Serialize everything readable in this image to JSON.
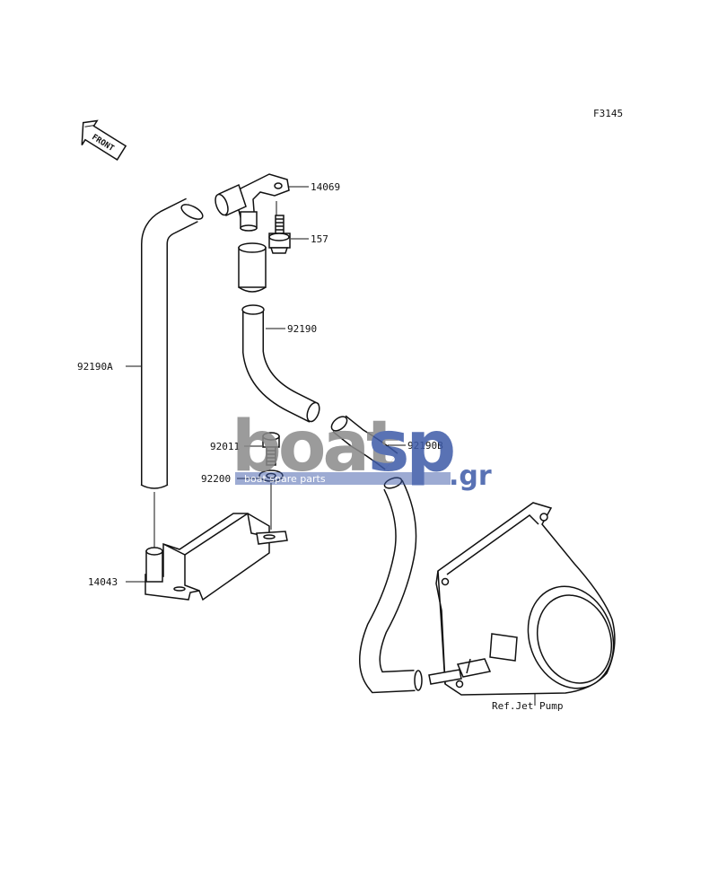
{
  "figure_id": "F3145",
  "front_label": "FRONT",
  "parts": {
    "p14069": "14069",
    "p157": "157",
    "p92190": "92190",
    "p92190A": "92190A",
    "p92011": "92011",
    "p92190B": "92190B",
    "p92200": "92200",
    "p14043": "14043"
  },
  "reference": "Ref.Jet Pump",
  "watermark": {
    "brand_part1": "boat",
    "brand_part2": "sp",
    "domain": ".gr",
    "tagline": "boat spare parts",
    "color_gray": "#8a8a8a",
    "color_blue": "#3d5aa8"
  }
}
